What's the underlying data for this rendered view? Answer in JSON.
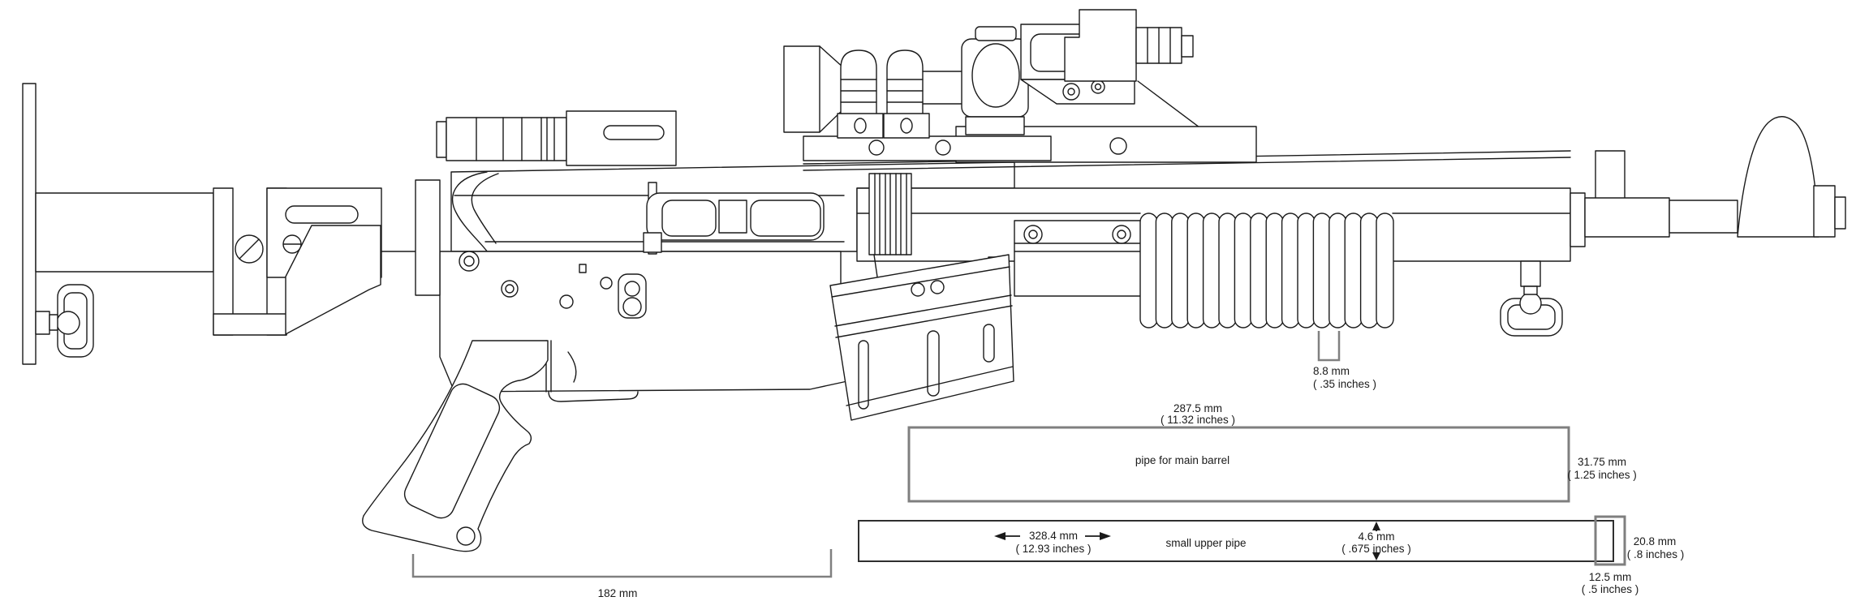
{
  "figure": {
    "description": "Technical blueprint line drawing of a scoped blaster rifle (side view) with pipe dimension callouts"
  },
  "colors": {
    "background": "#ffffff",
    "outline": "#1a1a1a",
    "dimension_lines": "#808080",
    "label_text": "#1a1a1a"
  },
  "annotations": {
    "coil_section": {
      "mm": "8.8 mm",
      "inches": "( .35 inches )"
    },
    "main_barrel_pipe": {
      "label": "pipe for main barrel",
      "length_mm": "287.5 mm",
      "length_inches": "( 11.32 inches )",
      "width_mm": "31.75 mm",
      "width_inches": "( 1.25 inches )"
    },
    "small_upper_pipe": {
      "label": "small upper pipe",
      "length_mm": "328.4 mm",
      "length_inches": "( 12.93 inches )",
      "height_mm": "4.6 mm",
      "height_inches": "( .675 inches )"
    },
    "pipe_end_cap": {
      "outer_mm": "20.8 mm",
      "outer_inches": "( .8 inches )",
      "inner_mm": "12.5 mm",
      "inner_inches": "( .5 inches )"
    },
    "grip_section": {
      "mm": "182 mm"
    }
  }
}
